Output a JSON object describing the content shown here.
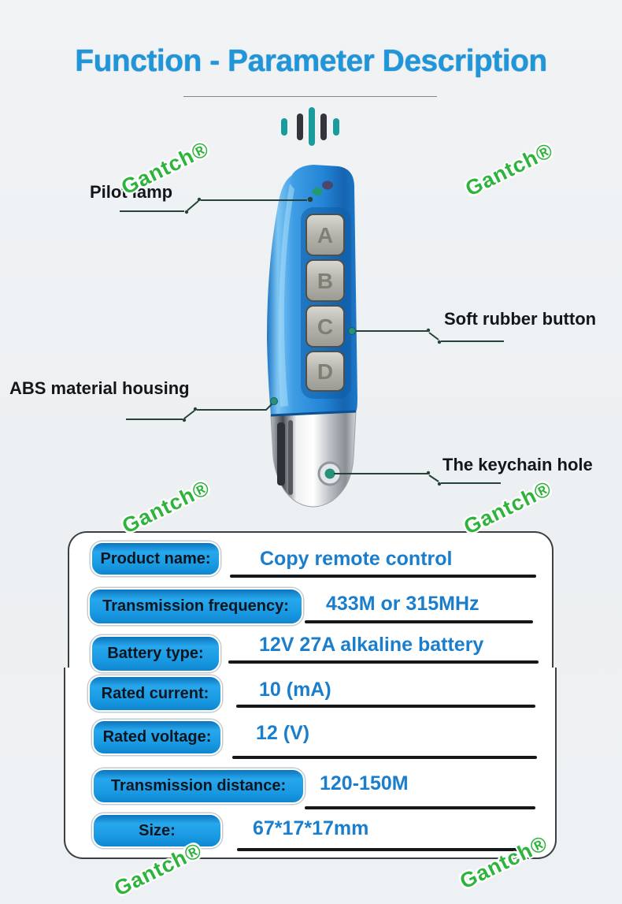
{
  "title": "Function - Parameter Description",
  "watermark": "Gantch®",
  "annotations": {
    "pilot_lamp": "Pilot lamp",
    "soft_rubber_button": "Soft rubber button",
    "abs_housing": "ABS material housing",
    "keychain_hole": "The keychain hole"
  },
  "remote": {
    "buttons": [
      "A",
      "B",
      "C",
      "D"
    ]
  },
  "table": {
    "rows": [
      {
        "label": "Product name:",
        "value": "Copy remote control"
      },
      {
        "label": "Transmission frequency:",
        "value": "433M or 315MHz"
      },
      {
        "label": "Battery type:",
        "value": "12V 27A alkaline battery"
      },
      {
        "label": "Rated current:",
        "value": "10 (mA)"
      },
      {
        "label": "Rated voltage:",
        "value": "12 (V)"
      },
      {
        "label": "Transmission distance:",
        "value": "120-150M"
      },
      {
        "label": "Size:",
        "value": "67*17*17mm"
      }
    ]
  },
  "colors": {
    "title_blue": "#2095d8",
    "value_blue": "#1a7ecd",
    "pill_blue": "#1899e2",
    "watermark_green": "#2eb33c",
    "callout_line": "#26423a",
    "callout_dot_teal": "#27917c",
    "wave_teal": "#1b9c9c",
    "wave_dark": "#34343a",
    "remote_blue": "#2e8fdd",
    "background": "#eef1f3"
  }
}
